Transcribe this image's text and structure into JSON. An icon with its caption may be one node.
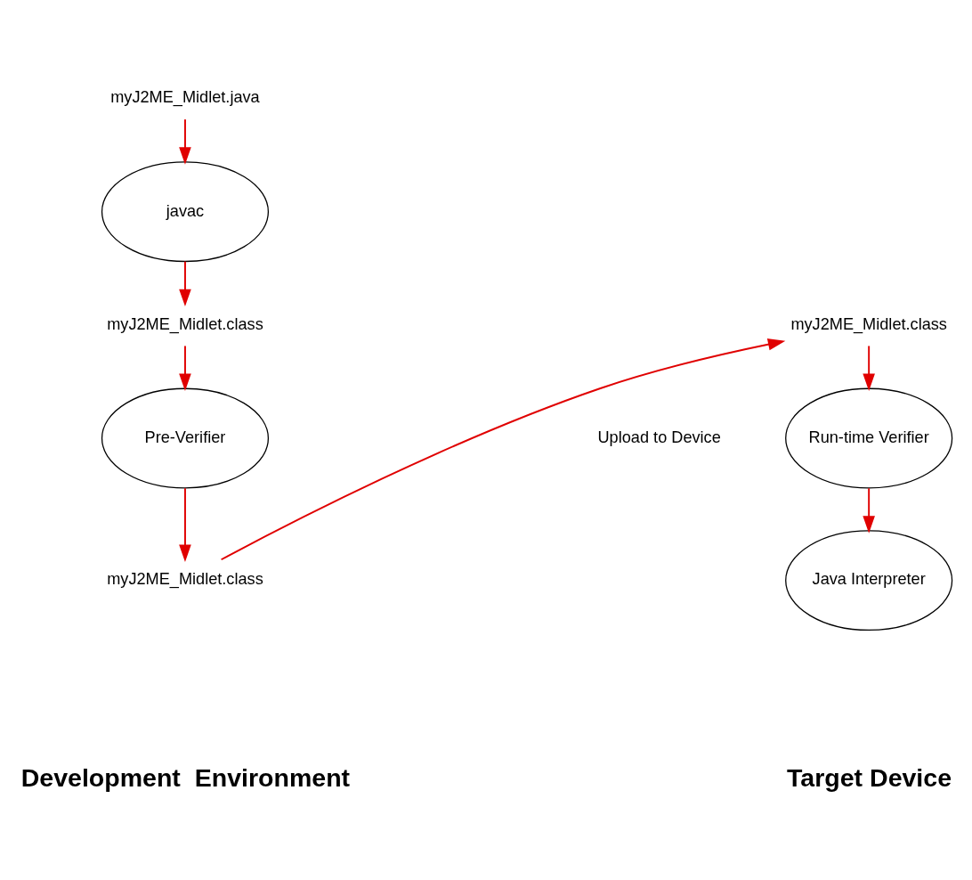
{
  "diagram": {
    "nodes": [
      {
        "text": [
          "myJ2ME_Midlet.java"
        ]
      },
      {
        "text": [
          "javac"
        ]
      },
      {
        "text": [
          "myJ2ME_Midlet.class"
        ]
      },
      {
        "text": [
          "Pre-Verifier"
        ]
      },
      {
        "text": [
          "myJ2ME_Midlet.class"
        ]
      },
      {
        "text": [
          "myJ2ME_Midlet.class"
        ]
      },
      {
        "text": [
          "Run-time Verifier"
        ]
      },
      {
        "text": [
          "Java Interpreter"
        ]
      }
    ],
    "edges": [
      {
        "from": 0,
        "to": 1,
        "arrow": "to"
      },
      {
        "from": 1,
        "to": 2,
        "arrow": "to"
      },
      {
        "from": 2,
        "to": 3,
        "arrow": "to"
      },
      {
        "from": 3,
        "to": 4,
        "arrow": "to"
      },
      {
        "from": 4,
        "to": 5,
        "arrow": "to",
        "label": "Upload to Device"
      },
      {
        "from": 5,
        "to": 6,
        "arrow": "to"
      },
      {
        "from": 6,
        "to": 7,
        "arrow": "to"
      }
    ],
    "labels": [
      "Development  Environment",
      "Target Device"
    ]
  }
}
